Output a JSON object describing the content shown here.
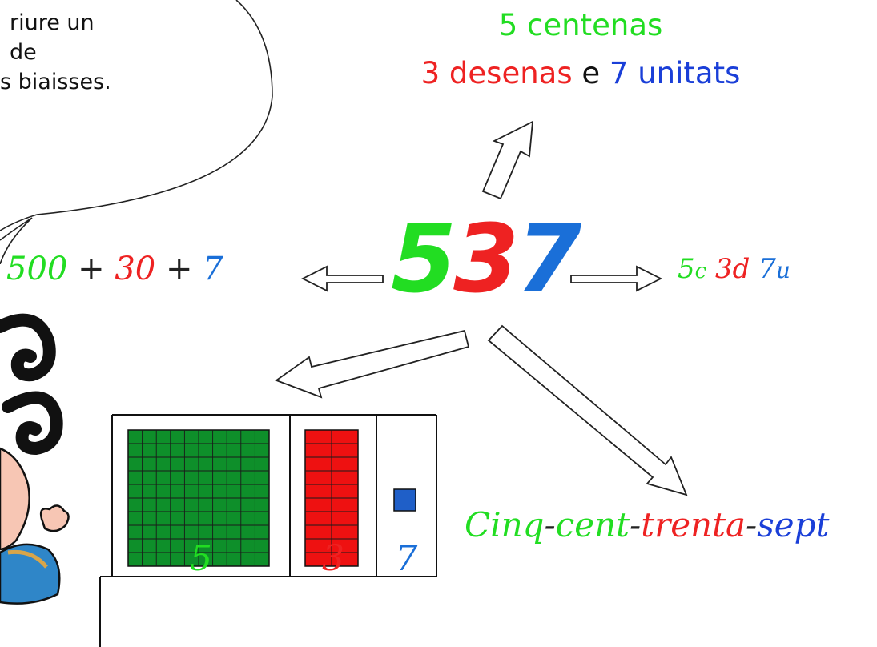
{
  "bubble": {
    "lines": [
      "riure un",
      "de",
      "s biaisses."
    ]
  },
  "top": {
    "line1": "5 centenas",
    "line2_a": "3 desenas",
    "line2_b": "e",
    "line2_c": "7 unitats"
  },
  "number": {
    "d1": "5",
    "d2": "3",
    "d3": "7"
  },
  "expanded": {
    "a": "500",
    "plus1": "+",
    "b": "30",
    "plus2": "+",
    "c": "7"
  },
  "place_value": {
    "a": "5",
    "a_unit": "c",
    "b": "3",
    "b_unit": "d",
    "c": "7",
    "c_unit": "u"
  },
  "words": {
    "a": "Cinq",
    "sep1": "-",
    "b": "cent",
    "sep2": "-",
    "c": "trenta",
    "sep3": "-",
    "d": "sept"
  },
  "table": {
    "hundreds": "5",
    "tens": "3",
    "units": "7"
  },
  "colors": {
    "hundreds": "#22dd22",
    "tens": "#ee2222",
    "units": "#1a3fd8",
    "block_green": "#0e8f2a",
    "block_red": "#ee1111",
    "block_blue": "#1f5fc8"
  }
}
